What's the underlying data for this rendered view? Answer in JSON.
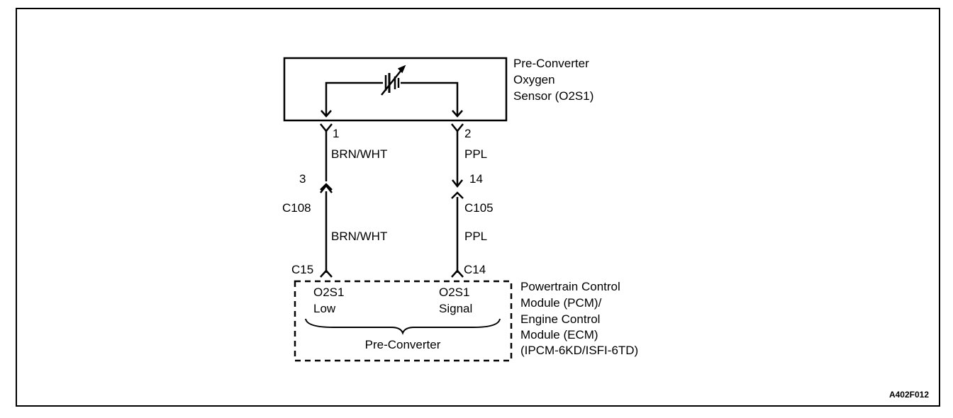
{
  "sensor": {
    "name_lines": [
      "Pre-Converter",
      "Oxygen",
      "Sensor (O2S1)"
    ]
  },
  "pins": {
    "left_top": "1",
    "right_top": "2",
    "left_mid": "3",
    "right_mid": "14"
  },
  "wires": {
    "left_upper": "BRN/WHT",
    "right_upper": "PPL",
    "left_lower": "BRN/WHT",
    "right_lower": "PPL"
  },
  "connectors": {
    "left_inline": "C108",
    "right_inline": "C105",
    "left_module": "C15",
    "right_module": "C14"
  },
  "module": {
    "left_terminal": [
      "O2S1",
      "Low"
    ],
    "right_terminal": [
      "O2S1",
      "Signal"
    ],
    "group_label": "Pre-Converter",
    "name_lines": [
      "Powertrain Control",
      "Module (PCM)/",
      "Engine Control",
      "Module (ECM)",
      "(IPCM-6KD/ISFI-6TD)"
    ]
  },
  "figure_code": "A402F012"
}
